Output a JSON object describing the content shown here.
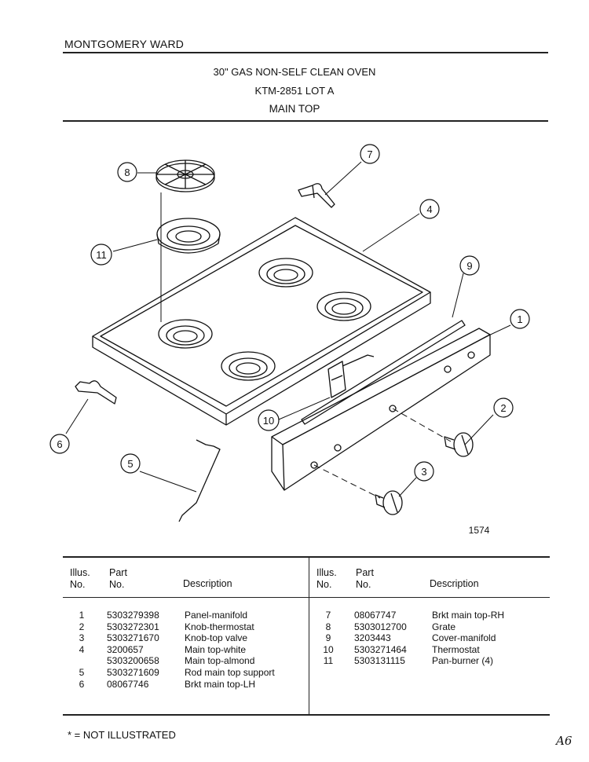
{
  "header": {
    "brand": "MONTGOMERY WARD",
    "title_line1": "30\" GAS NON-SELF CLEAN OVEN",
    "title_line2": "KTM-2851 LOT A",
    "title_line3": "MAIN TOP"
  },
  "diagram": {
    "figure_number": "1574",
    "callouts": [
      "1",
      "2",
      "3",
      "4",
      "5",
      "6",
      "7",
      "8",
      "9",
      "10",
      "11"
    ]
  },
  "table": {
    "headers": {
      "illus_1": "Illus.",
      "illus_2": "No.",
      "part_1": "Part",
      "part_2": "No.",
      "description": "Description"
    },
    "left_rows": [
      {
        "illus": "1",
        "part": "5303279398",
        "desc": "Panel-manifold"
      },
      {
        "illus": "2",
        "part": "5303272301",
        "desc": "Knob-thermostat"
      },
      {
        "illus": "3",
        "part": "5303271670",
        "desc": "Knob-top valve"
      },
      {
        "illus": "4",
        "part": "3200657",
        "desc": "Main top-white"
      },
      {
        "illus": "",
        "part": "5303200658",
        "desc": "Main top-almond"
      },
      {
        "illus": "5",
        "part": "5303271609",
        "desc": "Rod main top support"
      },
      {
        "illus": "6",
        "part": "08067746",
        "desc": "Brkt main top-LH"
      }
    ],
    "right_rows": [
      {
        "illus": "7",
        "part": "08067747",
        "desc": "Brkt main top-RH"
      },
      {
        "illus": "8",
        "part": "5303012700",
        "desc": "Grate"
      },
      {
        "illus": "9",
        "part": "3203443",
        "desc": "Cover-manifold"
      },
      {
        "illus": "10",
        "part": "5303271464",
        "desc": "Thermostat"
      },
      {
        "illus": "11",
        "part": "5303131115",
        "desc": "Pan-burner (4)"
      }
    ]
  },
  "footer": {
    "note": "* = NOT ILLUSTRATED",
    "page_mark": "A6"
  }
}
